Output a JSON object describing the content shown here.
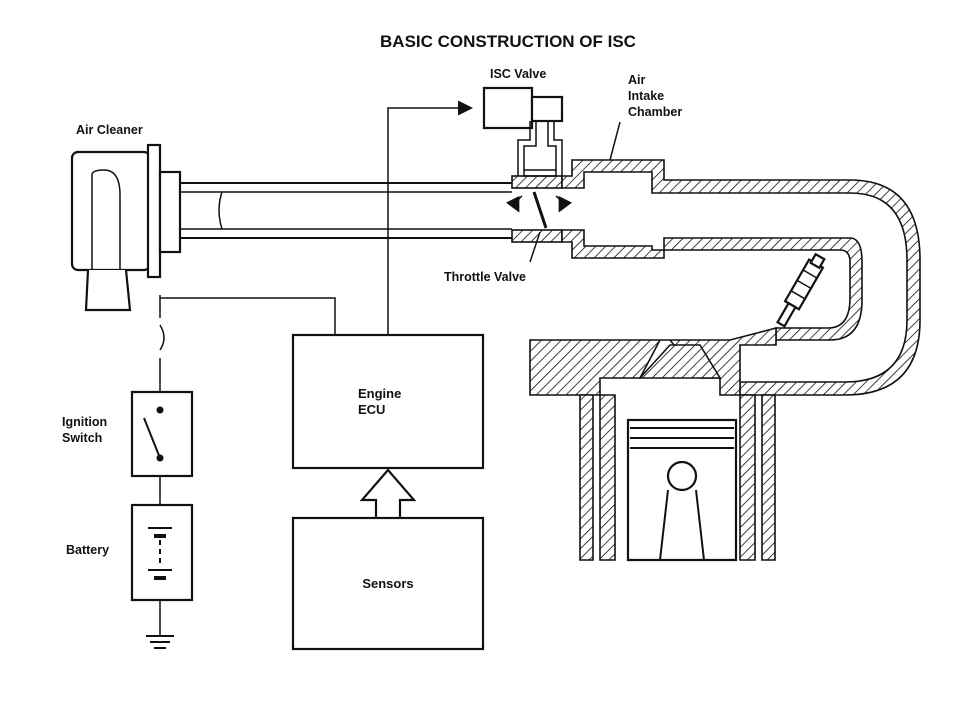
{
  "diagram": {
    "title": "BASIC CONSTRUCTION OF ISC",
    "labels": {
      "air_cleaner": "Air Cleaner",
      "isc_valve": "ISC Valve",
      "air_intake_chamber": [
        "Air",
        "Intake",
        "Chamber"
      ],
      "throttle_valve": "Throttle Valve",
      "ignition_switch": [
        "Ignition",
        "Switch"
      ],
      "battery": "Battery",
      "engine_ecu": [
        "Engine",
        "ECU"
      ],
      "sensors": "Sensors"
    }
  }
}
